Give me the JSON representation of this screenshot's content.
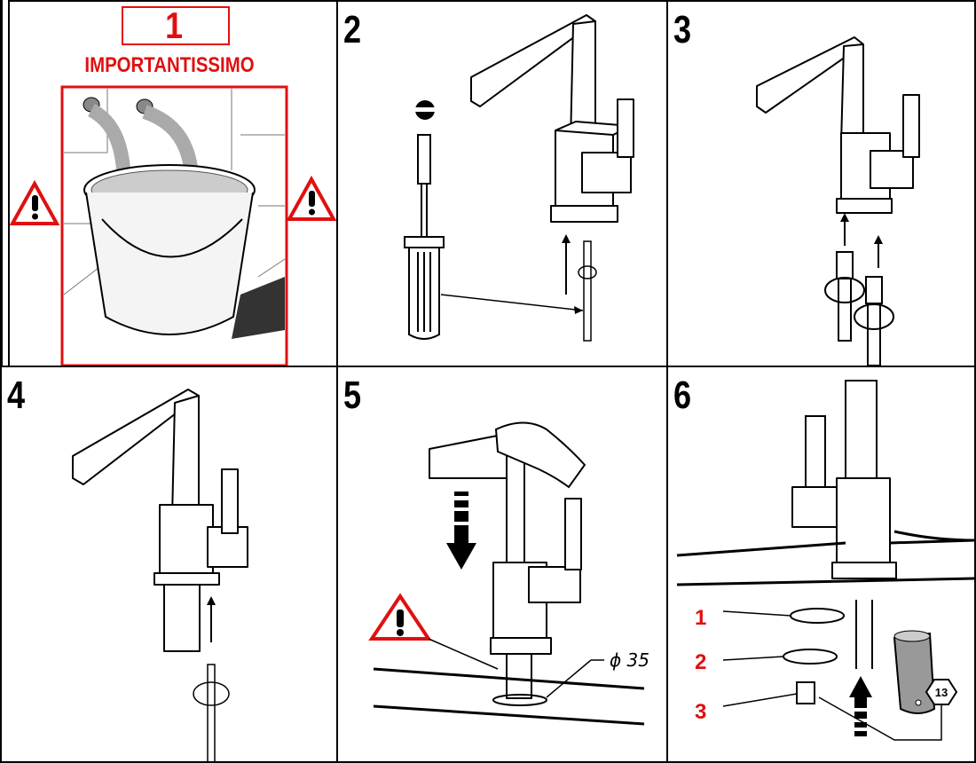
{
  "steps": [
    {
      "number": "1",
      "caption": "IMPORTANTISSIMO"
    },
    {
      "number": "2"
    },
    {
      "number": "3"
    },
    {
      "number": "4"
    },
    {
      "number": "5",
      "hole_diameter": "ϕ 35"
    },
    {
      "number": "6",
      "parts": [
        "1",
        "2",
        "3"
      ],
      "wrench_size": "13"
    }
  ],
  "colors": {
    "warning": "#e01010",
    "line": "#000000"
  },
  "icons": [
    "warning-triangle-icon",
    "screwdriver-icon",
    "slot-screw-icon",
    "rotate-arrow-icon",
    "push-arrow-icon",
    "hand-icon",
    "socket-wrench-icon",
    "bucket-icon"
  ]
}
